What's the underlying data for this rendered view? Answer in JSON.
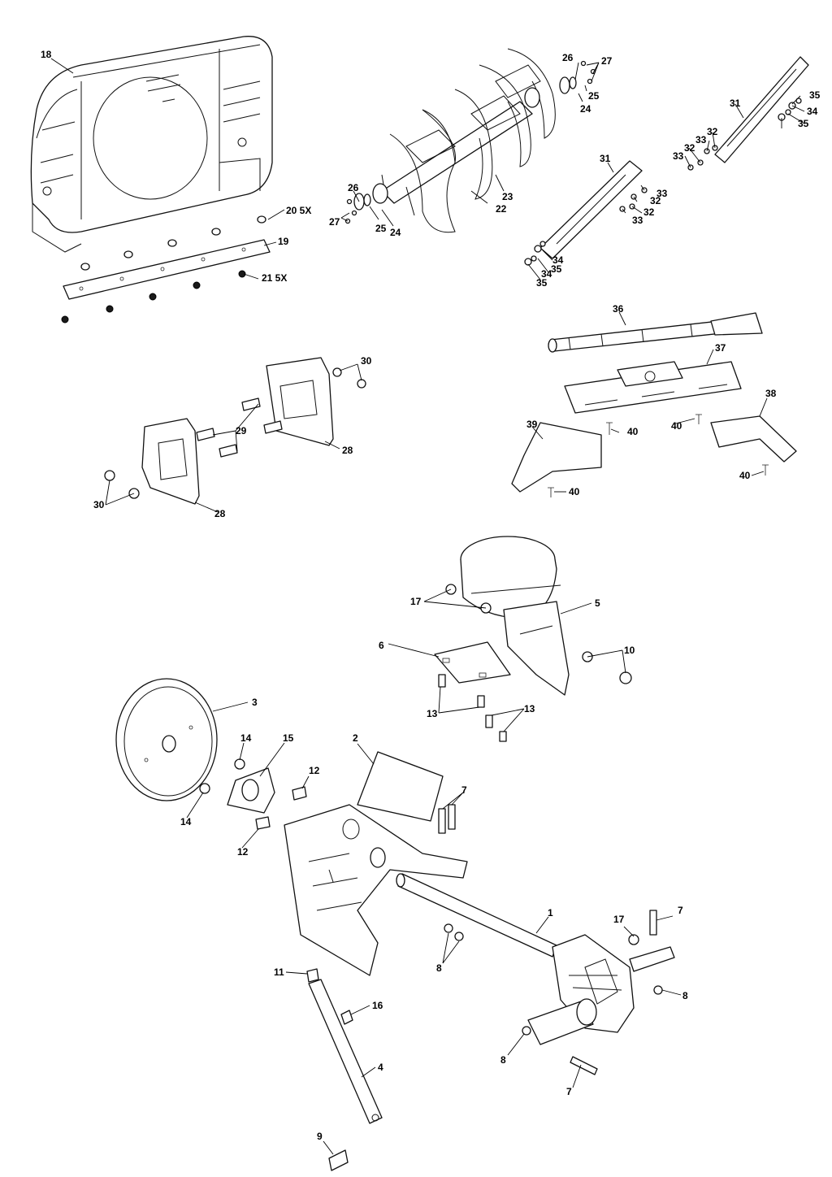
{
  "diagram": {
    "callouts": [
      {
        "id": "c18",
        "text": "18"
      },
      {
        "id": "c20",
        "text": "20 5X"
      },
      {
        "id": "c19",
        "text": "19"
      },
      {
        "id": "c21",
        "text": "21 5X"
      },
      {
        "id": "c26a",
        "text": "26"
      },
      {
        "id": "c27a",
        "text": "27"
      },
      {
        "id": "c25a",
        "text": "25"
      },
      {
        "id": "c24a",
        "text": "24"
      },
      {
        "id": "c26b",
        "text": "26"
      },
      {
        "id": "c27b",
        "text": "27"
      },
      {
        "id": "c25b",
        "text": "25"
      },
      {
        "id": "c24b",
        "text": "24"
      },
      {
        "id": "c23",
        "text": "23"
      },
      {
        "id": "c22",
        "text": "22"
      },
      {
        "id": "c31a",
        "text": "31"
      },
      {
        "id": "c31b",
        "text": "31"
      },
      {
        "id": "c32a",
        "text": "32"
      },
      {
        "id": "c33a",
        "text": "33"
      },
      {
        "id": "c32b",
        "text": "32"
      },
      {
        "id": "c33b",
        "text": "33"
      },
      {
        "id": "c34a",
        "text": "34"
      },
      {
        "id": "c35a",
        "text": "35"
      },
      {
        "id": "c35b",
        "text": "35"
      },
      {
        "id": "c33c",
        "text": "33"
      },
      {
        "id": "c32c",
        "text": "32"
      },
      {
        "id": "c33d",
        "text": "33"
      },
      {
        "id": "c32d",
        "text": "32"
      },
      {
        "id": "c34b",
        "text": "34"
      },
      {
        "id": "c35c",
        "text": "35"
      },
      {
        "id": "c34c",
        "text": "34"
      },
      {
        "id": "c35d",
        "text": "35"
      },
      {
        "id": "c36",
        "text": "36"
      },
      {
        "id": "c37",
        "text": "37"
      },
      {
        "id": "c38",
        "text": "38"
      },
      {
        "id": "c39",
        "text": "39"
      },
      {
        "id": "c40a",
        "text": "40"
      },
      {
        "id": "c40b",
        "text": "40"
      },
      {
        "id": "c40c",
        "text": "40"
      },
      {
        "id": "c40d",
        "text": "40"
      },
      {
        "id": "c30a",
        "text": "30"
      },
      {
        "id": "c30b",
        "text": "30"
      },
      {
        "id": "c29",
        "text": "29"
      },
      {
        "id": "c28a",
        "text": "28"
      },
      {
        "id": "c28b",
        "text": "28"
      },
      {
        "id": "c17a",
        "text": "17"
      },
      {
        "id": "c5",
        "text": "5"
      },
      {
        "id": "c6",
        "text": "6"
      },
      {
        "id": "c10",
        "text": "10"
      },
      {
        "id": "c13a",
        "text": "13"
      },
      {
        "id": "c13b",
        "text": "13"
      },
      {
        "id": "c3",
        "text": "3"
      },
      {
        "id": "c14a",
        "text": "14"
      },
      {
        "id": "c14b",
        "text": "14"
      },
      {
        "id": "c15",
        "text": "15"
      },
      {
        "id": "c2",
        "text": "2"
      },
      {
        "id": "c12a",
        "text": "12"
      },
      {
        "id": "c12b",
        "text": "12"
      },
      {
        "id": "c7a",
        "text": "7"
      },
      {
        "id": "c1",
        "text": "1"
      },
      {
        "id": "c17b",
        "text": "17"
      },
      {
        "id": "c7b",
        "text": "7"
      },
      {
        "id": "c8a",
        "text": "8"
      },
      {
        "id": "c8b",
        "text": "8"
      },
      {
        "id": "c8c",
        "text": "8"
      },
      {
        "id": "c7c",
        "text": "7"
      },
      {
        "id": "c11",
        "text": "11"
      },
      {
        "id": "c16",
        "text": "16"
      },
      {
        "id": "c4",
        "text": "4"
      },
      {
        "id": "c9",
        "text": "9"
      }
    ]
  }
}
